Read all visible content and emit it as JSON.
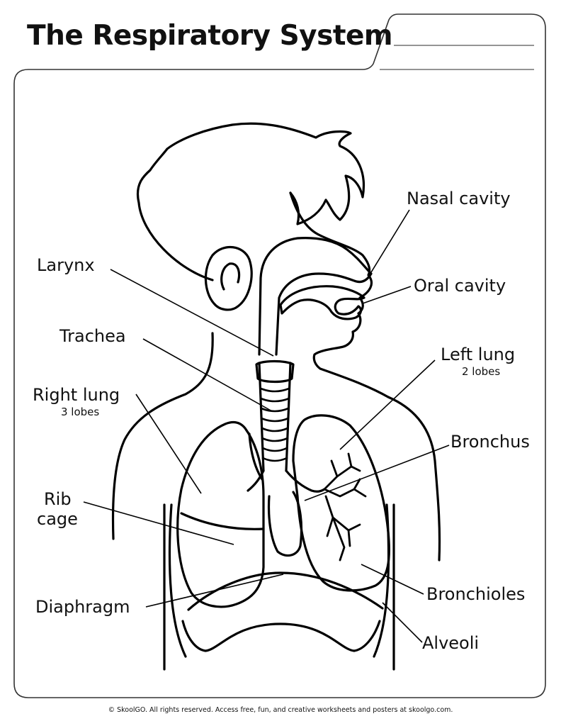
{
  "title": "The Respiratory System",
  "labels": {
    "nasal_cavity": "Nasal cavity",
    "oral_cavity": "Oral cavity",
    "larynx": "Larynx",
    "trachea": "Trachea",
    "left_lung": "Left lung",
    "left_lung_sub": "2 lobes",
    "right_lung": "Right lung",
    "right_lung_sub": "3 lobes",
    "bronchus": "Bronchus",
    "rib_cage_line1": "Rib",
    "rib_cage_line2": "cage",
    "bronchioles": "Bronchioles",
    "diaphragm": "Diaphragm",
    "alveoli": "Alveoli"
  },
  "footer": "© SkoolGO. All rights reserved. Access free, fun, and creative worksheets and posters at skoolgo.com."
}
